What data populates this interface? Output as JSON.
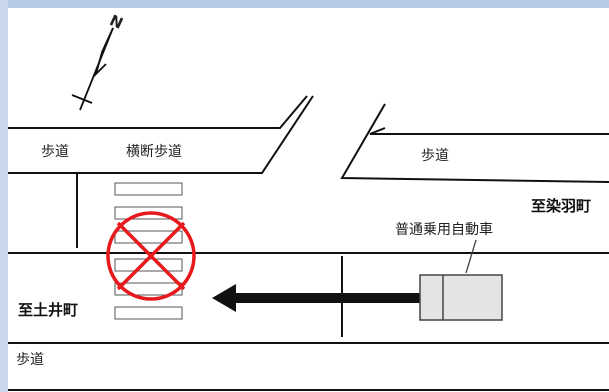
{
  "labels": {
    "sidewalk_top_left": "歩道",
    "crosswalk": "横断歩道",
    "sidewalk_top_right": "歩道",
    "to_somebacho": "至染羽町",
    "vehicle": "普通乗用自動車",
    "to_doicho": "至土井町",
    "sidewalk_bottom": "歩道",
    "north": "N"
  },
  "colors": {
    "frame": "#b7cbe4",
    "line": "#111111",
    "prohibition": "#e8191c",
    "arrow": "#111111",
    "vehicle_fill": "#e4e4e4",
    "vehicle_stroke": "#444444"
  },
  "icons": [
    "north-arrow-icon",
    "prohibition-icon",
    "direction-arrow-icon",
    "car-icon"
  ]
}
